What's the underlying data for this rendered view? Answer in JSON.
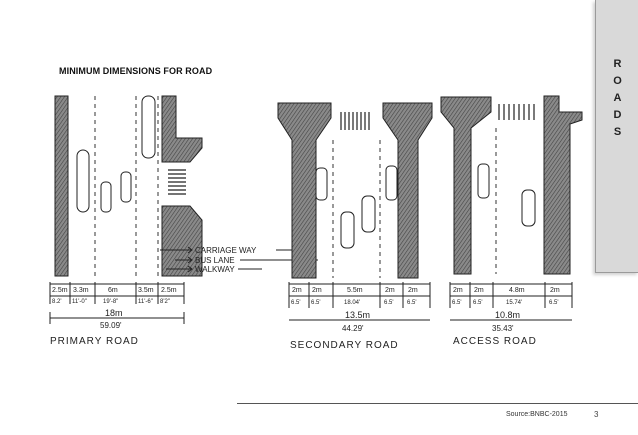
{
  "heading": "MINIMUM DIMENSIONS FOR  ROAD",
  "side_title": [
    "R",
    "O",
    "A",
    "D",
    "S"
  ],
  "primary": {
    "title": "PRIMARY ROAD",
    "segments_m": [
      "2.5m",
      "3.3m",
      "6m",
      "3.5m",
      "2.5m"
    ],
    "segments_ft": [
      "8.2'",
      "11'-0\"",
      "19'-8\"",
      "11'-6\"",
      "8'2\""
    ],
    "total_m": "18m",
    "total_ft": "59.09'",
    "labels": [
      "CARRIAGE WAY",
      "BUS LANE",
      "WALKWAY"
    ]
  },
  "secondary": {
    "title": "SECONDARY ROAD",
    "segments_m": [
      "2m",
      "2m",
      "5.5m",
      "2m",
      "2m"
    ],
    "segments_ft": [
      "6.5'",
      "6.5'",
      "18.04'",
      "6.5'",
      "6.5'"
    ],
    "total_m": "13.5m",
    "total_ft": "44.29'"
  },
  "access": {
    "title": "ACCESS ROAD",
    "segments_m": [
      "2m",
      "2m",
      "4.8m",
      "2m"
    ],
    "segments_ft": [
      "6.5'",
      "6.5'",
      "15.74'",
      "6.5'"
    ],
    "total_m": "10.8m",
    "total_ft": "35.43'"
  },
  "source": "Source:BNBC-2015",
  "page_number": "3"
}
